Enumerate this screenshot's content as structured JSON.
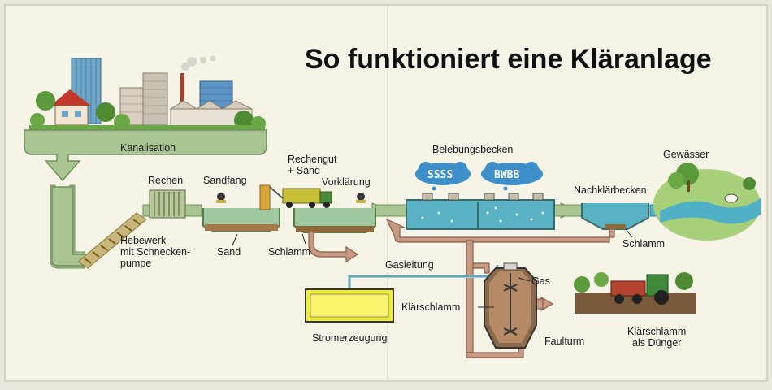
{
  "title": "So funktioniert eine Kläranlage",
  "labels": {
    "kanalisation": "Kanalisation",
    "hebewerk_1": "Hebewerk",
    "hebewerk_2": "mit Schnecken-",
    "hebewerk_3": "pumpe",
    "rechen": "Rechen",
    "sandfang": "Sandfang",
    "rechengut_1": "Rechengut",
    "rechengut_2": "+ Sand",
    "vorklaerung": "Vorklärung",
    "sand": "Sand",
    "schlamm_vor": "Schlamm",
    "belebungsbecken": "Belebungsbecken",
    "nachklaerbecken": "Nachklärbecken",
    "gewaesser": "Gewässer",
    "schlamm_nach": "Schlamm",
    "gasleitung": "Gasleitung",
    "gas": "Gas",
    "klaerschlamm": "Klärschlamm",
    "stromerzeugung": "Stromerzeugung",
    "faulturm": "Faulturm",
    "duenger_1": "Klärschlamm",
    "duenger_2": "als Dünger"
  },
  "bubbles": {
    "left": "SSSS",
    "right": "BWBB"
  },
  "colors": {
    "pipe_green": "#a9c591",
    "pipe_green_dark": "#6e8f5c",
    "pipe_brown": "#c79a84",
    "pipe_brown_dark": "#8c5e4a",
    "water_blue": "#4fb0c6",
    "sky_blue": "#3d9fd0",
    "sludge": "#7a5a3a",
    "generator_yellow": "#f3ee2a",
    "paper": "#f6f3e7"
  }
}
